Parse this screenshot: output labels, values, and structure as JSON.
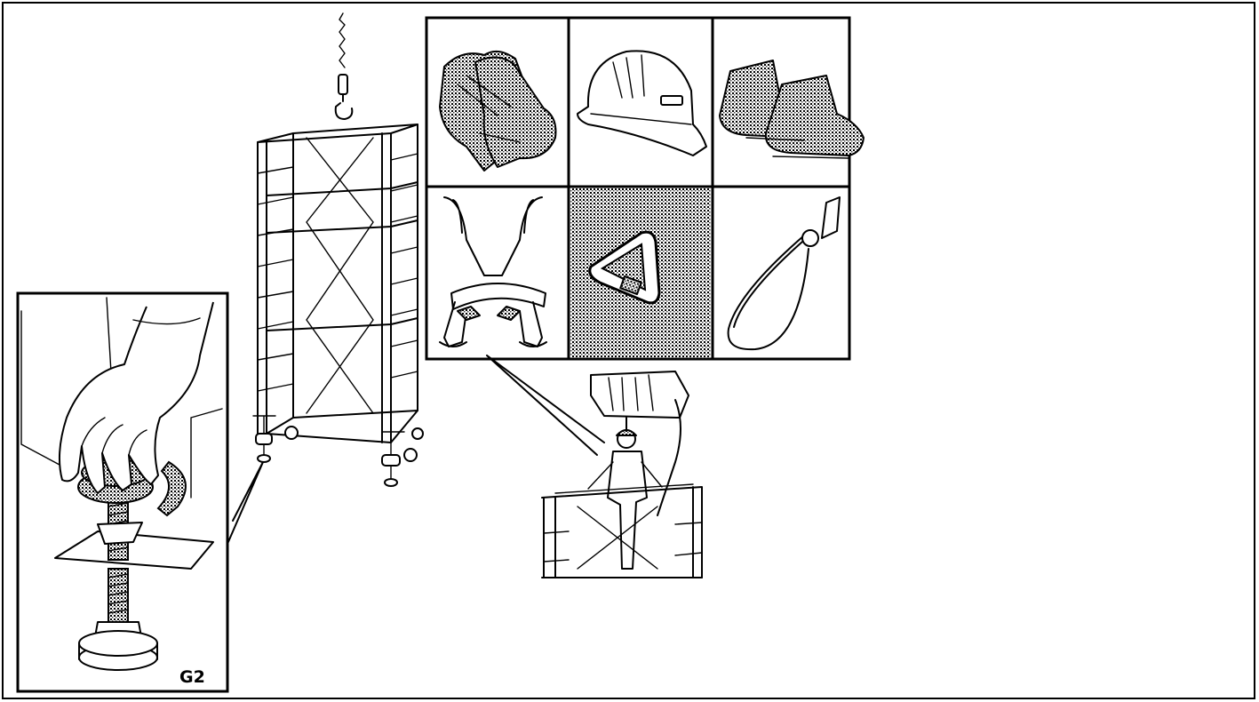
{
  "figure": {
    "detail_label": "G2",
    "panels": [
      {
        "icon": "gloves-icon"
      },
      {
        "icon": "hard-hat-icon"
      },
      {
        "icon": "safety-boots-icon"
      },
      {
        "icon": "safety-harness-icon"
      },
      {
        "icon": "carabiner-icon"
      },
      {
        "icon": "lanyard-icon"
      }
    ],
    "illustrations": [
      "crane-hook-icon",
      "mobile-scaffold-tower",
      "worker-on-scaffold-icon",
      "leveling-jack-detail"
    ]
  }
}
